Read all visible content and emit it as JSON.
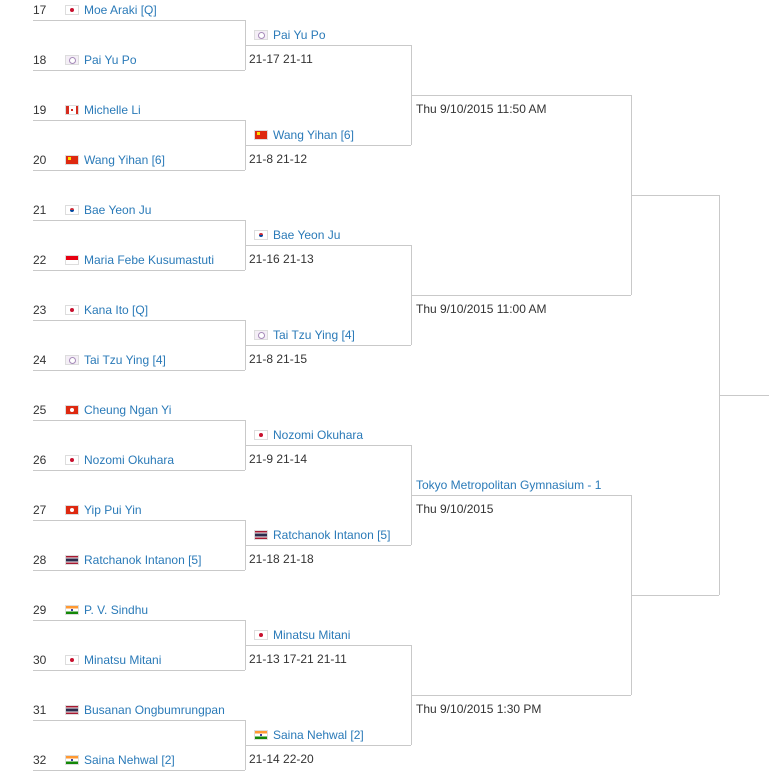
{
  "round1": [
    {
      "seed": "17",
      "name": "Moe Araki [Q]",
      "country": "JPN"
    },
    {
      "seed": "18",
      "name": "Pai Yu Po",
      "country": "TPE"
    },
    {
      "seed": "19",
      "name": "Michelle Li",
      "country": "CAN"
    },
    {
      "seed": "20",
      "name": "Wang Yihan [6]",
      "country": "CHN"
    },
    {
      "seed": "21",
      "name": "Bae Yeon Ju",
      "country": "KOR"
    },
    {
      "seed": "22",
      "name": "Maria Febe Kusumastuti",
      "country": "INA"
    },
    {
      "seed": "23",
      "name": "Kana Ito [Q]",
      "country": "JPN"
    },
    {
      "seed": "24",
      "name": "Tai Tzu Ying [4]",
      "country": "TPE"
    },
    {
      "seed": "25",
      "name": "Cheung Ngan Yi",
      "country": "HKG"
    },
    {
      "seed": "26",
      "name": "Nozomi Okuhara",
      "country": "JPN"
    },
    {
      "seed": "27",
      "name": "Yip Pui Yin",
      "country": "HKG"
    },
    {
      "seed": "28",
      "name": "Ratchanok Intanon [5]",
      "country": "THA"
    },
    {
      "seed": "29",
      "name": "P. V. Sindhu",
      "country": "IND"
    },
    {
      "seed": "30",
      "name": "Minatsu Mitani",
      "country": "JPN"
    },
    {
      "seed": "31",
      "name": "Busanan Ongbumrungpan",
      "country": "THA"
    },
    {
      "seed": "32",
      "name": "Saina Nehwal [2]",
      "country": "IND"
    }
  ],
  "round2": [
    {
      "name": "Pai Yu Po",
      "country": "TPE",
      "score": "21-17  21-11"
    },
    {
      "name": "Wang Yihan [6]",
      "country": "CHN",
      "score": "21-8  21-12"
    },
    {
      "name": "Bae Yeon Ju",
      "country": "KOR",
      "score": "21-16  21-13"
    },
    {
      "name": "Tai Tzu Ying [4]",
      "country": "TPE",
      "score": "21-8  21-15"
    },
    {
      "name": "Nozomi Okuhara",
      "country": "JPN",
      "score": "21-9  21-14"
    },
    {
      "name": "Ratchanok Intanon [5]",
      "country": "THA",
      "score": "21-18  21-18"
    },
    {
      "name": "Minatsu Mitani",
      "country": "JPN",
      "score": "21-13  17-21  21-11"
    },
    {
      "name": "Saina Nehwal [2]",
      "country": "IND",
      "score": "21-14  22-20"
    }
  ],
  "round3": [
    {
      "venue": "",
      "time": "Thu 9/10/2015 11:50 AM"
    },
    {
      "venue": "",
      "time": "Thu 9/10/2015 11:00 AM"
    },
    {
      "venue": "Tokyo Metropolitan Gymnasium - 1",
      "time": "Thu 9/10/2015"
    },
    {
      "venue": "",
      "time": "Thu 9/10/2015 1:30 PM"
    }
  ]
}
